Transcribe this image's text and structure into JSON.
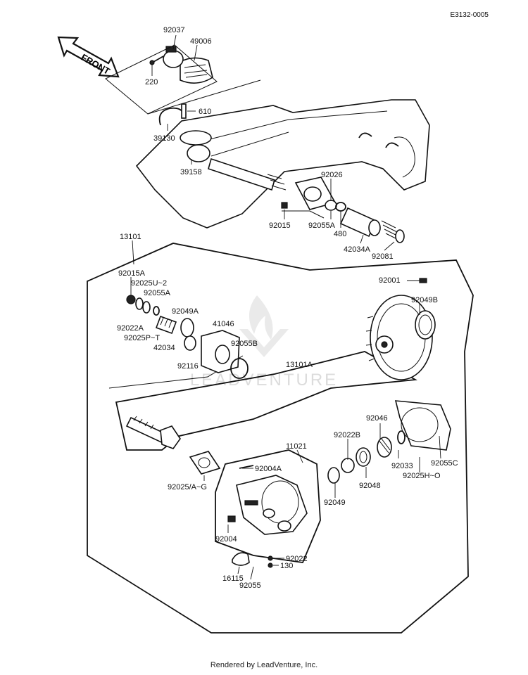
{
  "diagram_code": "E3132-0005",
  "front_label": "FRONT",
  "footer": "Rendered by LeadVenture, Inc.",
  "watermark": "LEADVENTURE",
  "parts": [
    {
      "id": "p92037",
      "label": "92037"
    },
    {
      "id": "p49006",
      "label": "49006"
    },
    {
      "id": "p220",
      "label": "220"
    },
    {
      "id": "p610",
      "label": "610"
    },
    {
      "id": "p39130",
      "label": "39130"
    },
    {
      "id": "p39158",
      "label": "39158"
    },
    {
      "id": "p92026",
      "label": "92026"
    },
    {
      "id": "p92015",
      "label": "92015"
    },
    {
      "id": "p92055A_top",
      "label": "92055A"
    },
    {
      "id": "p480",
      "label": "480"
    },
    {
      "id": "p42034A",
      "label": "42034A"
    },
    {
      "id": "p92081",
      "label": "92081"
    },
    {
      "id": "p13101",
      "label": "13101"
    },
    {
      "id": "p92015A",
      "label": "92015A"
    },
    {
      "id": "p92025U",
      "label": "92025U~2"
    },
    {
      "id": "p92055A",
      "label": "92055A"
    },
    {
      "id": "p92049A",
      "label": "92049A"
    },
    {
      "id": "p92022A",
      "label": "92022A"
    },
    {
      "id": "p92025P",
      "label": "92025P~T"
    },
    {
      "id": "p42034",
      "label": "42034"
    },
    {
      "id": "p41046",
      "label": "41046"
    },
    {
      "id": "p92055B",
      "label": "92055B"
    },
    {
      "id": "p92116",
      "label": "92116"
    },
    {
      "id": "p13101A",
      "label": "13101A"
    },
    {
      "id": "p92001",
      "label": "92001"
    },
    {
      "id": "p92049B",
      "label": "92049B"
    },
    {
      "id": "p92046",
      "label": "92046"
    },
    {
      "id": "p92022B",
      "label": "92022B"
    },
    {
      "id": "p11021",
      "label": "11021"
    },
    {
      "id": "p92004A",
      "label": "92004A"
    },
    {
      "id": "p92025AG",
      "label": "92025/A~G"
    },
    {
      "id": "p92033",
      "label": "92033"
    },
    {
      "id": "p92055C",
      "label": "92055C"
    },
    {
      "id": "p92025HO",
      "label": "92025H~O"
    },
    {
      "id": "p92048",
      "label": "92048"
    },
    {
      "id": "p92049",
      "label": "92049"
    },
    {
      "id": "p92004",
      "label": "92004"
    },
    {
      "id": "p92022",
      "label": "92022"
    },
    {
      "id": "p130",
      "label": "130"
    },
    {
      "id": "p16115",
      "label": "16115"
    },
    {
      "id": "p92055",
      "label": "92055"
    }
  ]
}
